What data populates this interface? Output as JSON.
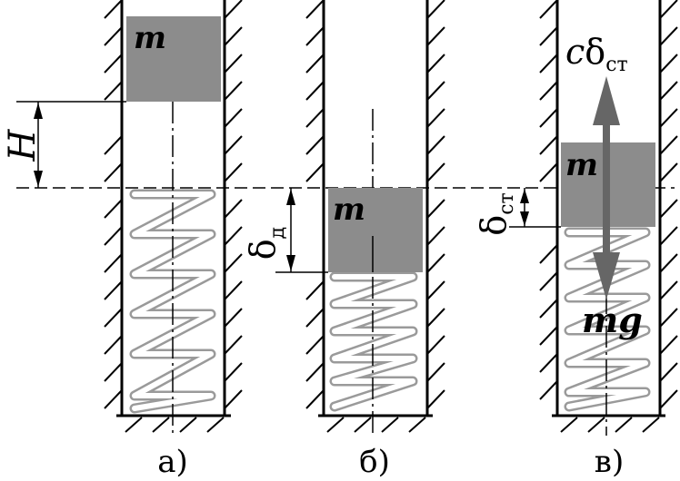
{
  "panels": [
    {
      "caption": "а)"
    },
    {
      "caption": "б)"
    },
    {
      "caption": "в)"
    }
  ],
  "labels": {
    "mass": "m",
    "height": "H",
    "delta_symbol": "δ",
    "delta_d_sub": "д",
    "delta_st_sub": "ст",
    "force_top_c": "c",
    "force_bottom": "mg"
  },
  "colors": {
    "block": "#8c8c8c",
    "arrow": "#666666",
    "spring": "#9a9a9a",
    "lines": "#000000"
  }
}
